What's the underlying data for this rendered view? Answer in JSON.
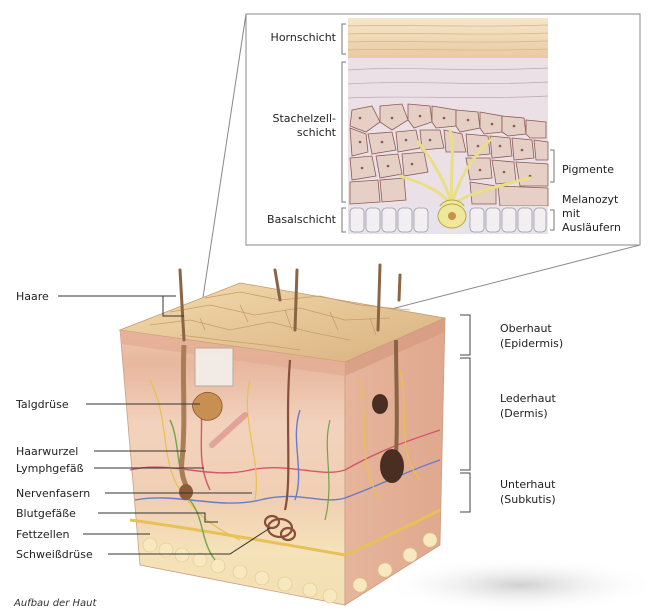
{
  "inset": {
    "labels": {
      "hornschicht": "Hornschicht",
      "stachelzell_1": "Stachelzell-",
      "stachelzell_2": "schicht",
      "basalschicht": "Basalschicht",
      "pigmente": "Pigmente",
      "melanozyt_1": "Melanozyt",
      "melanozyt_2": "mit",
      "melanozyt_3": "Ausläufern"
    }
  },
  "left_labels": {
    "haare": "Haare",
    "talgdruese": "Talgdrüse",
    "haarwurzel": "Haarwurzel",
    "lymphgefaess": "Lymphgefäß",
    "nervenfasern": "Nervenfasern",
    "blutgefaesse": "Blutgefäße",
    "fettzellen": "Fettzellen",
    "schweissdruese": "Schweißdrüse"
  },
  "right_labels": {
    "oberhaut_1": "Oberhaut",
    "oberhaut_2": "(Epidermis)",
    "lederhaut_1": "Lederhaut",
    "lederhaut_2": "(Dermis)",
    "unterhaut_1": "Unterhaut",
    "unterhaut_2": "(Subkutis)"
  },
  "caption": "Aufbau der Haut",
  "colors": {
    "epidermis_top": "#e8c79a",
    "dermis": "#f0c9b4",
    "subcutis": "#f5e3b8",
    "cell_fill": "#e8d2c6",
    "cell_line": "#8a5a55"
  }
}
